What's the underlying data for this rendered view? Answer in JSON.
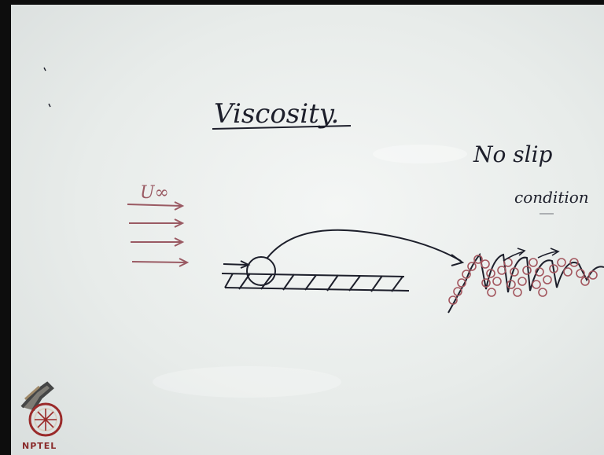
{
  "board": {
    "title": "Viscosity.",
    "side_title_line1": "No slip",
    "side_title_line2": "condition",
    "freestream_label": "U∞",
    "colors": {
      "ink": "#1d1f2b",
      "flow_arrows": "#9a5a63",
      "particles": "#a3565e"
    }
  },
  "watermark": {
    "logo_icon": "nptel-logo-icon",
    "text": "NPTEL"
  }
}
